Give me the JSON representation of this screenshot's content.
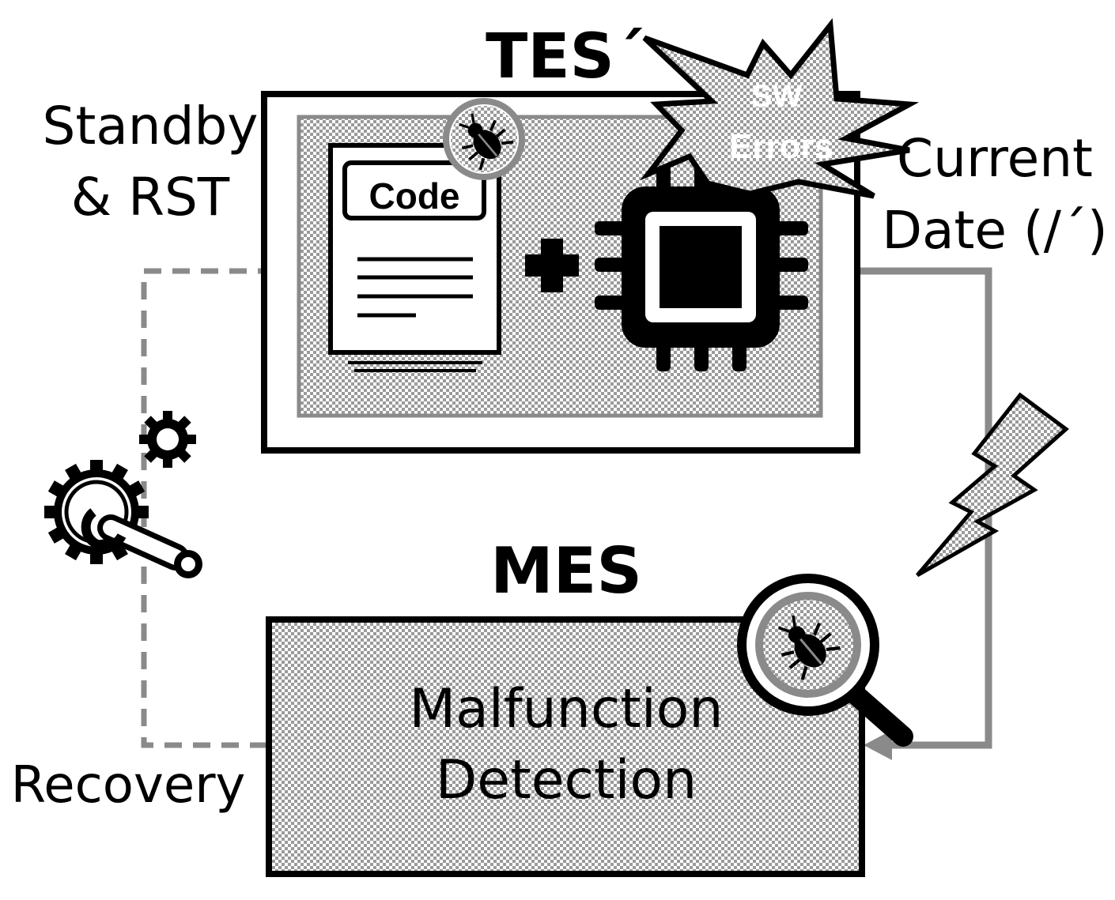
{
  "tes": {
    "title": "TES´",
    "code_label": "Code"
  },
  "burst": {
    "line1": "SW",
    "line2": "Errors"
  },
  "mes": {
    "title": "MES",
    "line1": "Malfunction",
    "line2": "Detection"
  },
  "labels": {
    "standby_line1": "Standby",
    "standby_line2": "& RST",
    "current_line1": "Current",
    "current_line2": "Date (/´)",
    "recovery": "Recovery"
  },
  "colors": {
    "checker_light": "#ffffff",
    "checker_dark": "#9a9a9a",
    "connector_gray": "#8a8a8a",
    "outline": "#000000"
  },
  "icons": [
    "bug-icon",
    "chip-icon",
    "plus-icon",
    "document-icon",
    "sw-error-burst-icon",
    "lightning-icon",
    "magnifier-icon",
    "gear-wrench-icon"
  ]
}
